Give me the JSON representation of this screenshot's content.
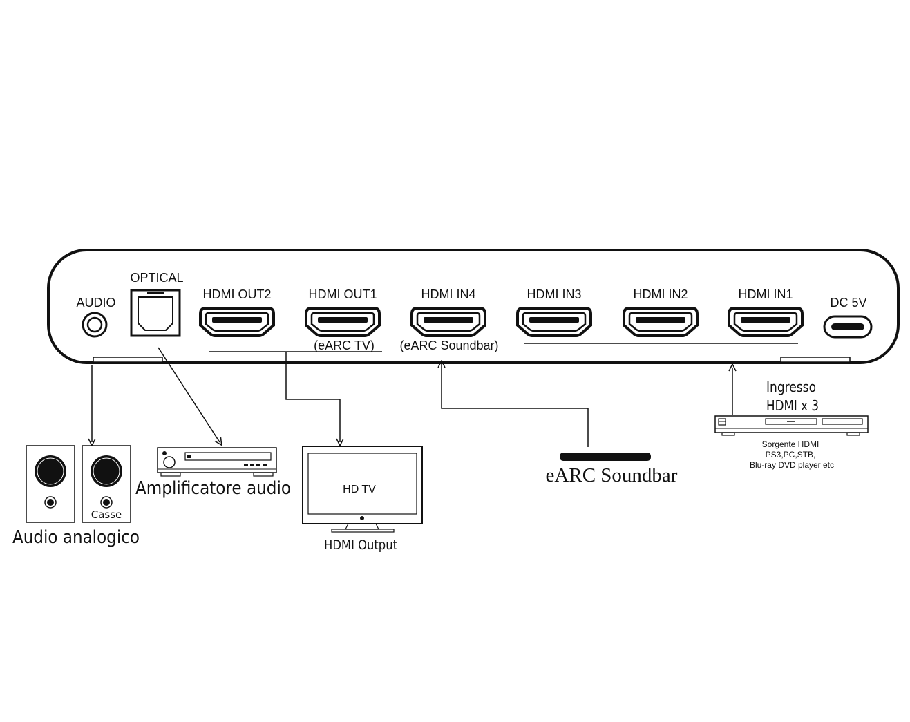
{
  "device": {
    "ports": {
      "audio": "AUDIO",
      "optical": "OPTICAL",
      "hdmi_out2": "HDMI OUT2",
      "hdmi_out1": "HDMI OUT1",
      "hdmi_in4": "HDMI IN4",
      "hdmi_in3": "HDMI IN3",
      "hdmi_in2": "HDMI IN2",
      "hdmi_in1": "HDMI IN1",
      "dc": "DC 5V"
    },
    "sublabels": {
      "earc_tv": "(eARC TV)",
      "earc_soundbar": "(eARC Soundbar)"
    }
  },
  "peripherals": {
    "speakers_label": "Casse",
    "analog_audio": "Audio analogico",
    "amplifier": "Amplificatore audio",
    "tv_screen": "HD TV",
    "tv_caption": "HDMI Output",
    "soundbar": "eARC Soundbar",
    "source_title_line1": "Ingresso",
    "source_title_line2": "HDMI x 3",
    "source_desc_line1": "Sorgente HDMI",
    "source_desc_line2": "PS3,PC,STB,",
    "source_desc_line3": "Blu-ray DVD player etc"
  }
}
